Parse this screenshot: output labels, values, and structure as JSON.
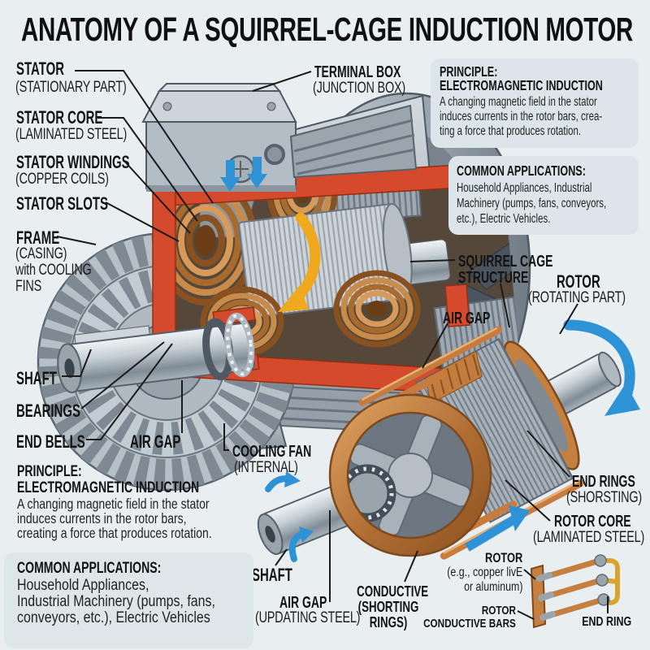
{
  "title": "ANATOMY OF A SQUIRREL-CAGE INDUCTION MOTOR",
  "labels": {
    "stator": {
      "main": "STATOR",
      "sub": "(STATIONARY PART)"
    },
    "stator_core": {
      "main": "STATOR CORE",
      "sub": "(LAMINATED STEEL)"
    },
    "stator_windings": {
      "main": "STATOR WINDINGS",
      "sub": "(COPPER COILS)"
    },
    "stator_slots": {
      "main": "STATOR SLOTS"
    },
    "frame": {
      "main": "FRAME",
      "sub": "(CASING)",
      "sub2": "with COOLING",
      "sub3": "FINS"
    },
    "terminal_box": {
      "main": "TERMINAL BOX",
      "sub": "(JUNCTION BOX)"
    },
    "shaft_left": {
      "main": "SHAFT"
    },
    "bearings": {
      "main": "BEARINGS"
    },
    "end_bells": {
      "main": "END BELLS"
    },
    "air_gap_left": {
      "main": "AIR GAP"
    },
    "cooling_fan": {
      "main": "COOLING FAN",
      "sub": "(INTERNAL)"
    },
    "squirrel_cage": {
      "main": "SQUIRREL CAGE",
      "main2": "STRUCTURE"
    },
    "rotor": {
      "main": "ROTOR",
      "sub": "(ROTATING PART)"
    },
    "air_gap_mid": {
      "main": "AIR GAP"
    },
    "end_rings": {
      "main": "END RINGS",
      "sub": "(SHORSTING)"
    },
    "rotor_core": {
      "main": "ROTOR CORE",
      "sub": "(LAMINATED STEEL)"
    },
    "rotor_material": {
      "main": "ROTOR",
      "sub": "(e.g., copper livE",
      "sub2": "or aluminum)"
    },
    "rotor_conductive": {
      "main": "ROTOR",
      "main2": "CONDUCTIVE BARS"
    },
    "end_ring_small": {
      "main": "END RING"
    },
    "shaft_bottom": {
      "main": "SHAFT"
    },
    "air_gap_bottom": {
      "main": "AIR GAP",
      "sub": "(UPDATING STEEL)"
    },
    "conductive_rings": {
      "main": "CONDUCTIVE",
      "main2": "(SHORTING",
      "main3": "RINGS)"
    }
  },
  "panels": {
    "principle_right": {
      "title1": "PRINCIPLE:",
      "title2": "ELECTROMAGNETIC INDUCTION",
      "lines": [
        "A changing magnetic field in the stator",
        "induces currents in the rotor bars, crea-",
        "ting a force that produces rotation."
      ]
    },
    "applications_right": {
      "title": "COMMON APPLICATIONS:",
      "lines": [
        "Household Appliances, Industrial",
        "Machinery (pumps, fans, conveyors,",
        "etc.), Electric Vehicles."
      ]
    },
    "principle_left": {
      "title1": "PRINCIPLE:",
      "title2": "ELECTROMAGNETIC INDUCTION",
      "lines": [
        "A changing magnetic field in the stator",
        "induces currents in the rotor bars,",
        "creating a force that produces rotation."
      ]
    },
    "applications_left": {
      "title": "COMMON APPLICATIONS:",
      "lines": [
        "Household Appliances,",
        "Industrial Machinery (pumps, fans,",
        "conveyors, etc.), Electric Vehicles"
      ]
    }
  },
  "colors": {
    "background": "#e9eef1",
    "panel": "#dce5e9",
    "text": "#131313",
    "leader_line": "#1b1b1b",
    "red_cut": "#d54a2c",
    "copper": "#c17a3e",
    "copper_light": "#e2a765",
    "copper_dark": "#7d4a1f",
    "steel_light": "#ccd3d9",
    "steel": "#aab4bd",
    "steel_dark": "#6c7680",
    "blue_arrow": "#2e93d6",
    "yellow_arrow": "#f0a81c",
    "gold_ring": "#d9a42e"
  }
}
